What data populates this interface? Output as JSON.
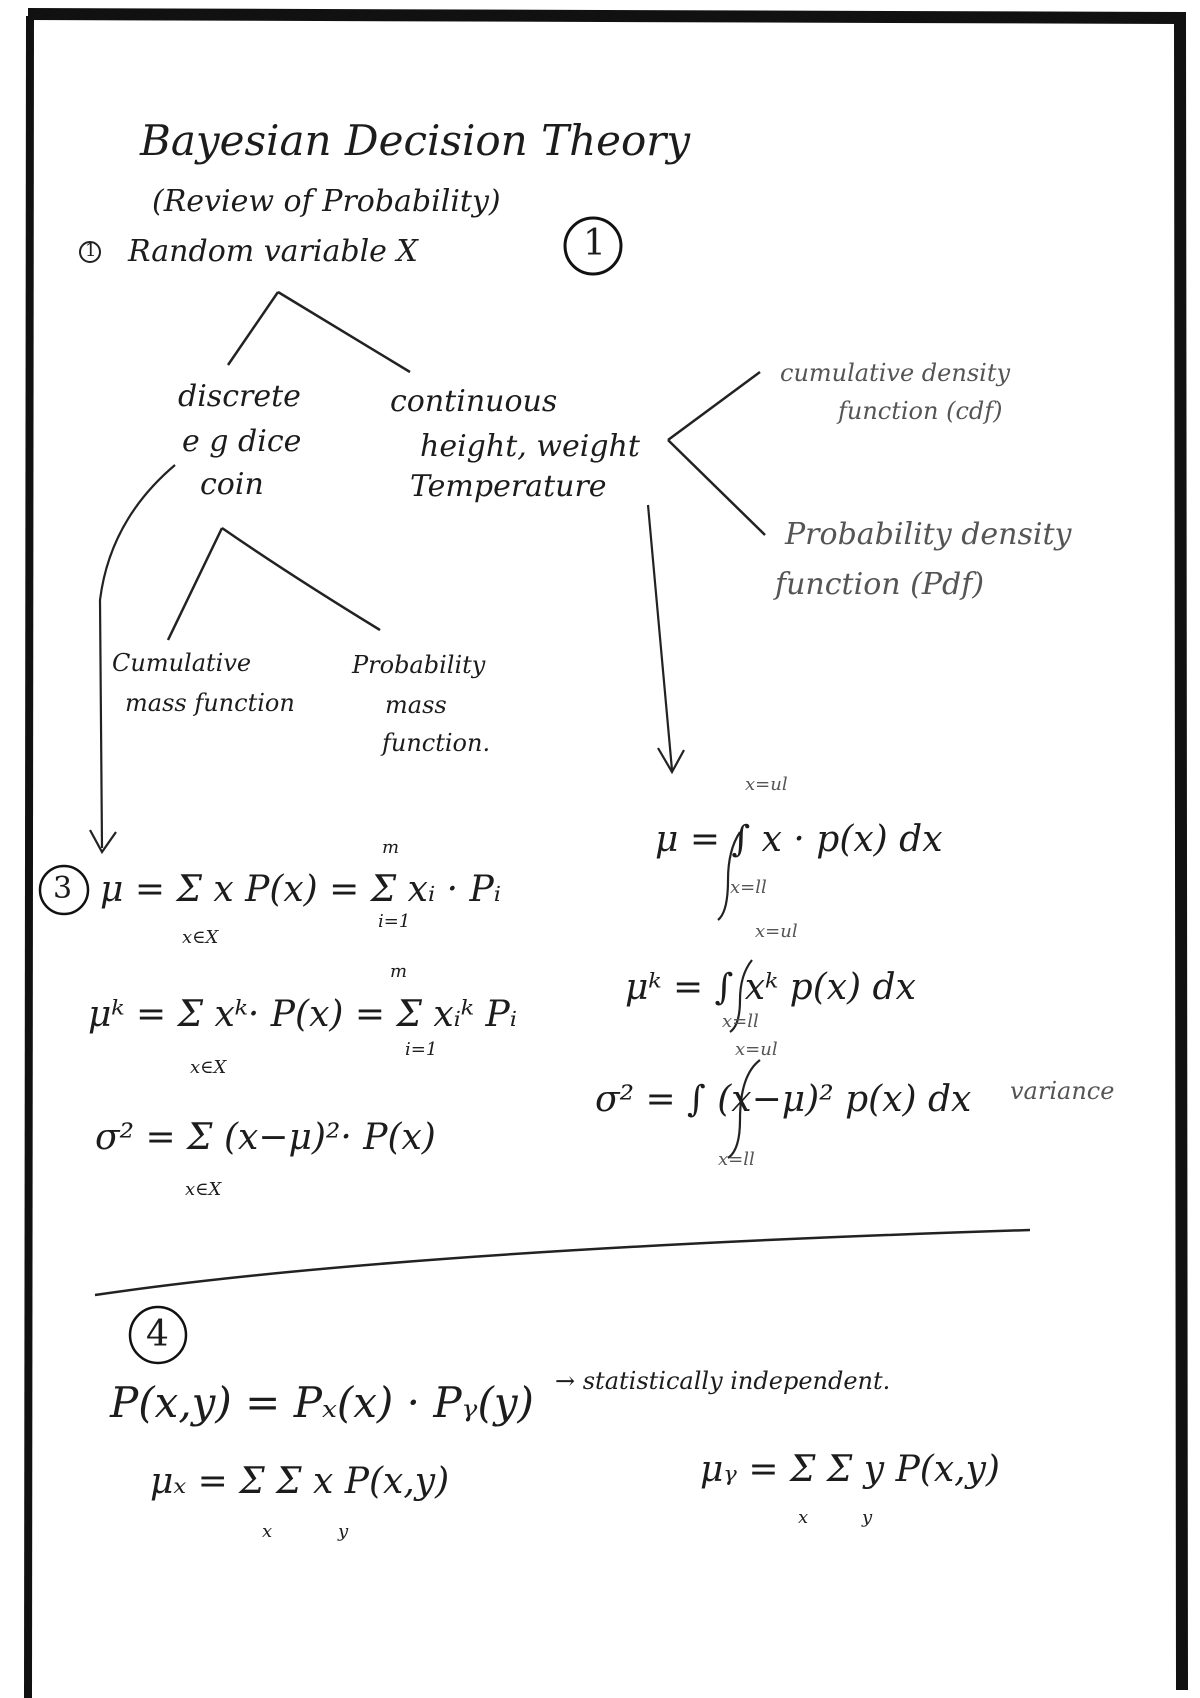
{
  "title": "Bayesian Decision Theory",
  "subtitle": "(Review of Probability)",
  "page_number": "1",
  "section1": {
    "marker": "1",
    "heading": "Random variable X",
    "discrete": {
      "label": "discrete",
      "example_line1": "e g dice",
      "example_line2": "coin",
      "cmf_line1": "Cumulative",
      "cmf_line2": "mass function",
      "pmf_line1": "Probability",
      "pmf_line2": "mass",
      "pmf_line3": "function."
    },
    "continuous": {
      "label": "continuous",
      "example_line1": "height, weight",
      "example_line2": "Temperature",
      "cdf_line1": "cumulative density",
      "cdf_line2": "function (cdf)",
      "pdf_line1": "Probability density",
      "pdf_line2": "function (Pdf)"
    }
  },
  "section3": {
    "marker": "3",
    "mean_discrete": "μ = Σ x P(x) = Σ xᵢ · Pᵢ",
    "mean_discrete_sub": "x∈X",
    "mean_discrete_sub2": "i=1",
    "mean_discrete_sup": "m",
    "moment_discrete": "μᵏ = Σ xᵏ· P(x) = Σ xᵢᵏ Pᵢ",
    "moment_discrete_sub": "x∈X",
    "moment_discrete_sub2": "i=1",
    "moment_discrete_sup": "m",
    "variance_discrete": "σ² = Σ (x−μ)²· P(x)",
    "variance_discrete_sub": "x∈X",
    "mean_continuous": "μ = ∫ x · p(x) dx",
    "mean_continuous_upper": "x=ul",
    "mean_continuous_lower": "x=ll",
    "moment_continuous": "μᵏ = ∫ xᵏ p(x) dx",
    "moment_continuous_upper": "x=ul",
    "moment_continuous_lower": "x=ll",
    "variance_continuous": "σ² = ∫ (x−μ)² p(x) dx",
    "variance_continuous_upper": "x=ul",
    "variance_continuous_lower": "x=ll",
    "variance_note": "variance"
  },
  "section4": {
    "marker": "4",
    "independence": "P(x,y) = Pₓ(x) · Pᵧ(y)",
    "independence_note": "→ statistically independent.",
    "mean_x": "μₓ = Σ Σ x P(x,y)",
    "mean_x_sub1": "x",
    "mean_x_sub2": "y",
    "mean_y": "μᵧ = Σ Σ y P(x,y)",
    "mean_y_sub1": "x",
    "mean_y_sub2": "y"
  }
}
